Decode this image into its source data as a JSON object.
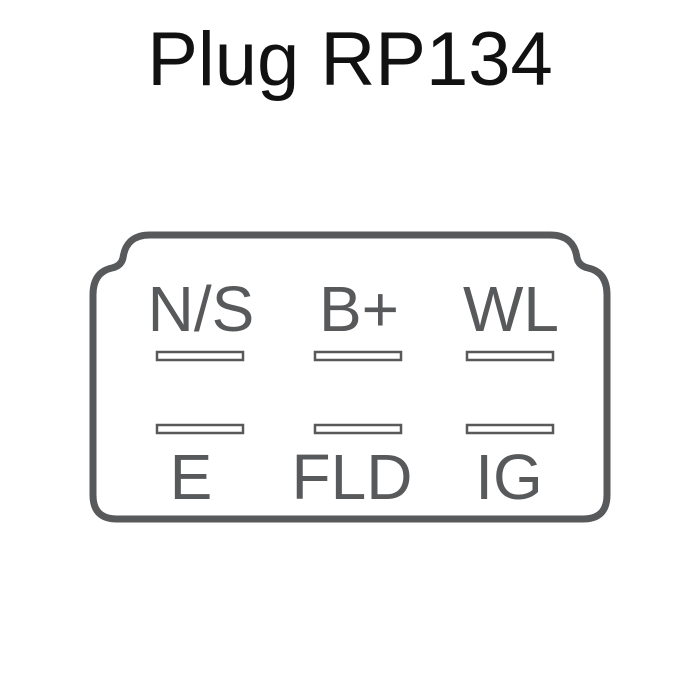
{
  "title": "Plug RP134",
  "colors": {
    "outline": "#58595b",
    "title": "#111111"
  },
  "pins_top": [
    {
      "label": "N/S"
    },
    {
      "label": "B+"
    },
    {
      "label": "WL"
    }
  ],
  "pins_bottom": [
    {
      "label": "E"
    },
    {
      "label": "FLD"
    },
    {
      "label": "IG"
    }
  ]
}
